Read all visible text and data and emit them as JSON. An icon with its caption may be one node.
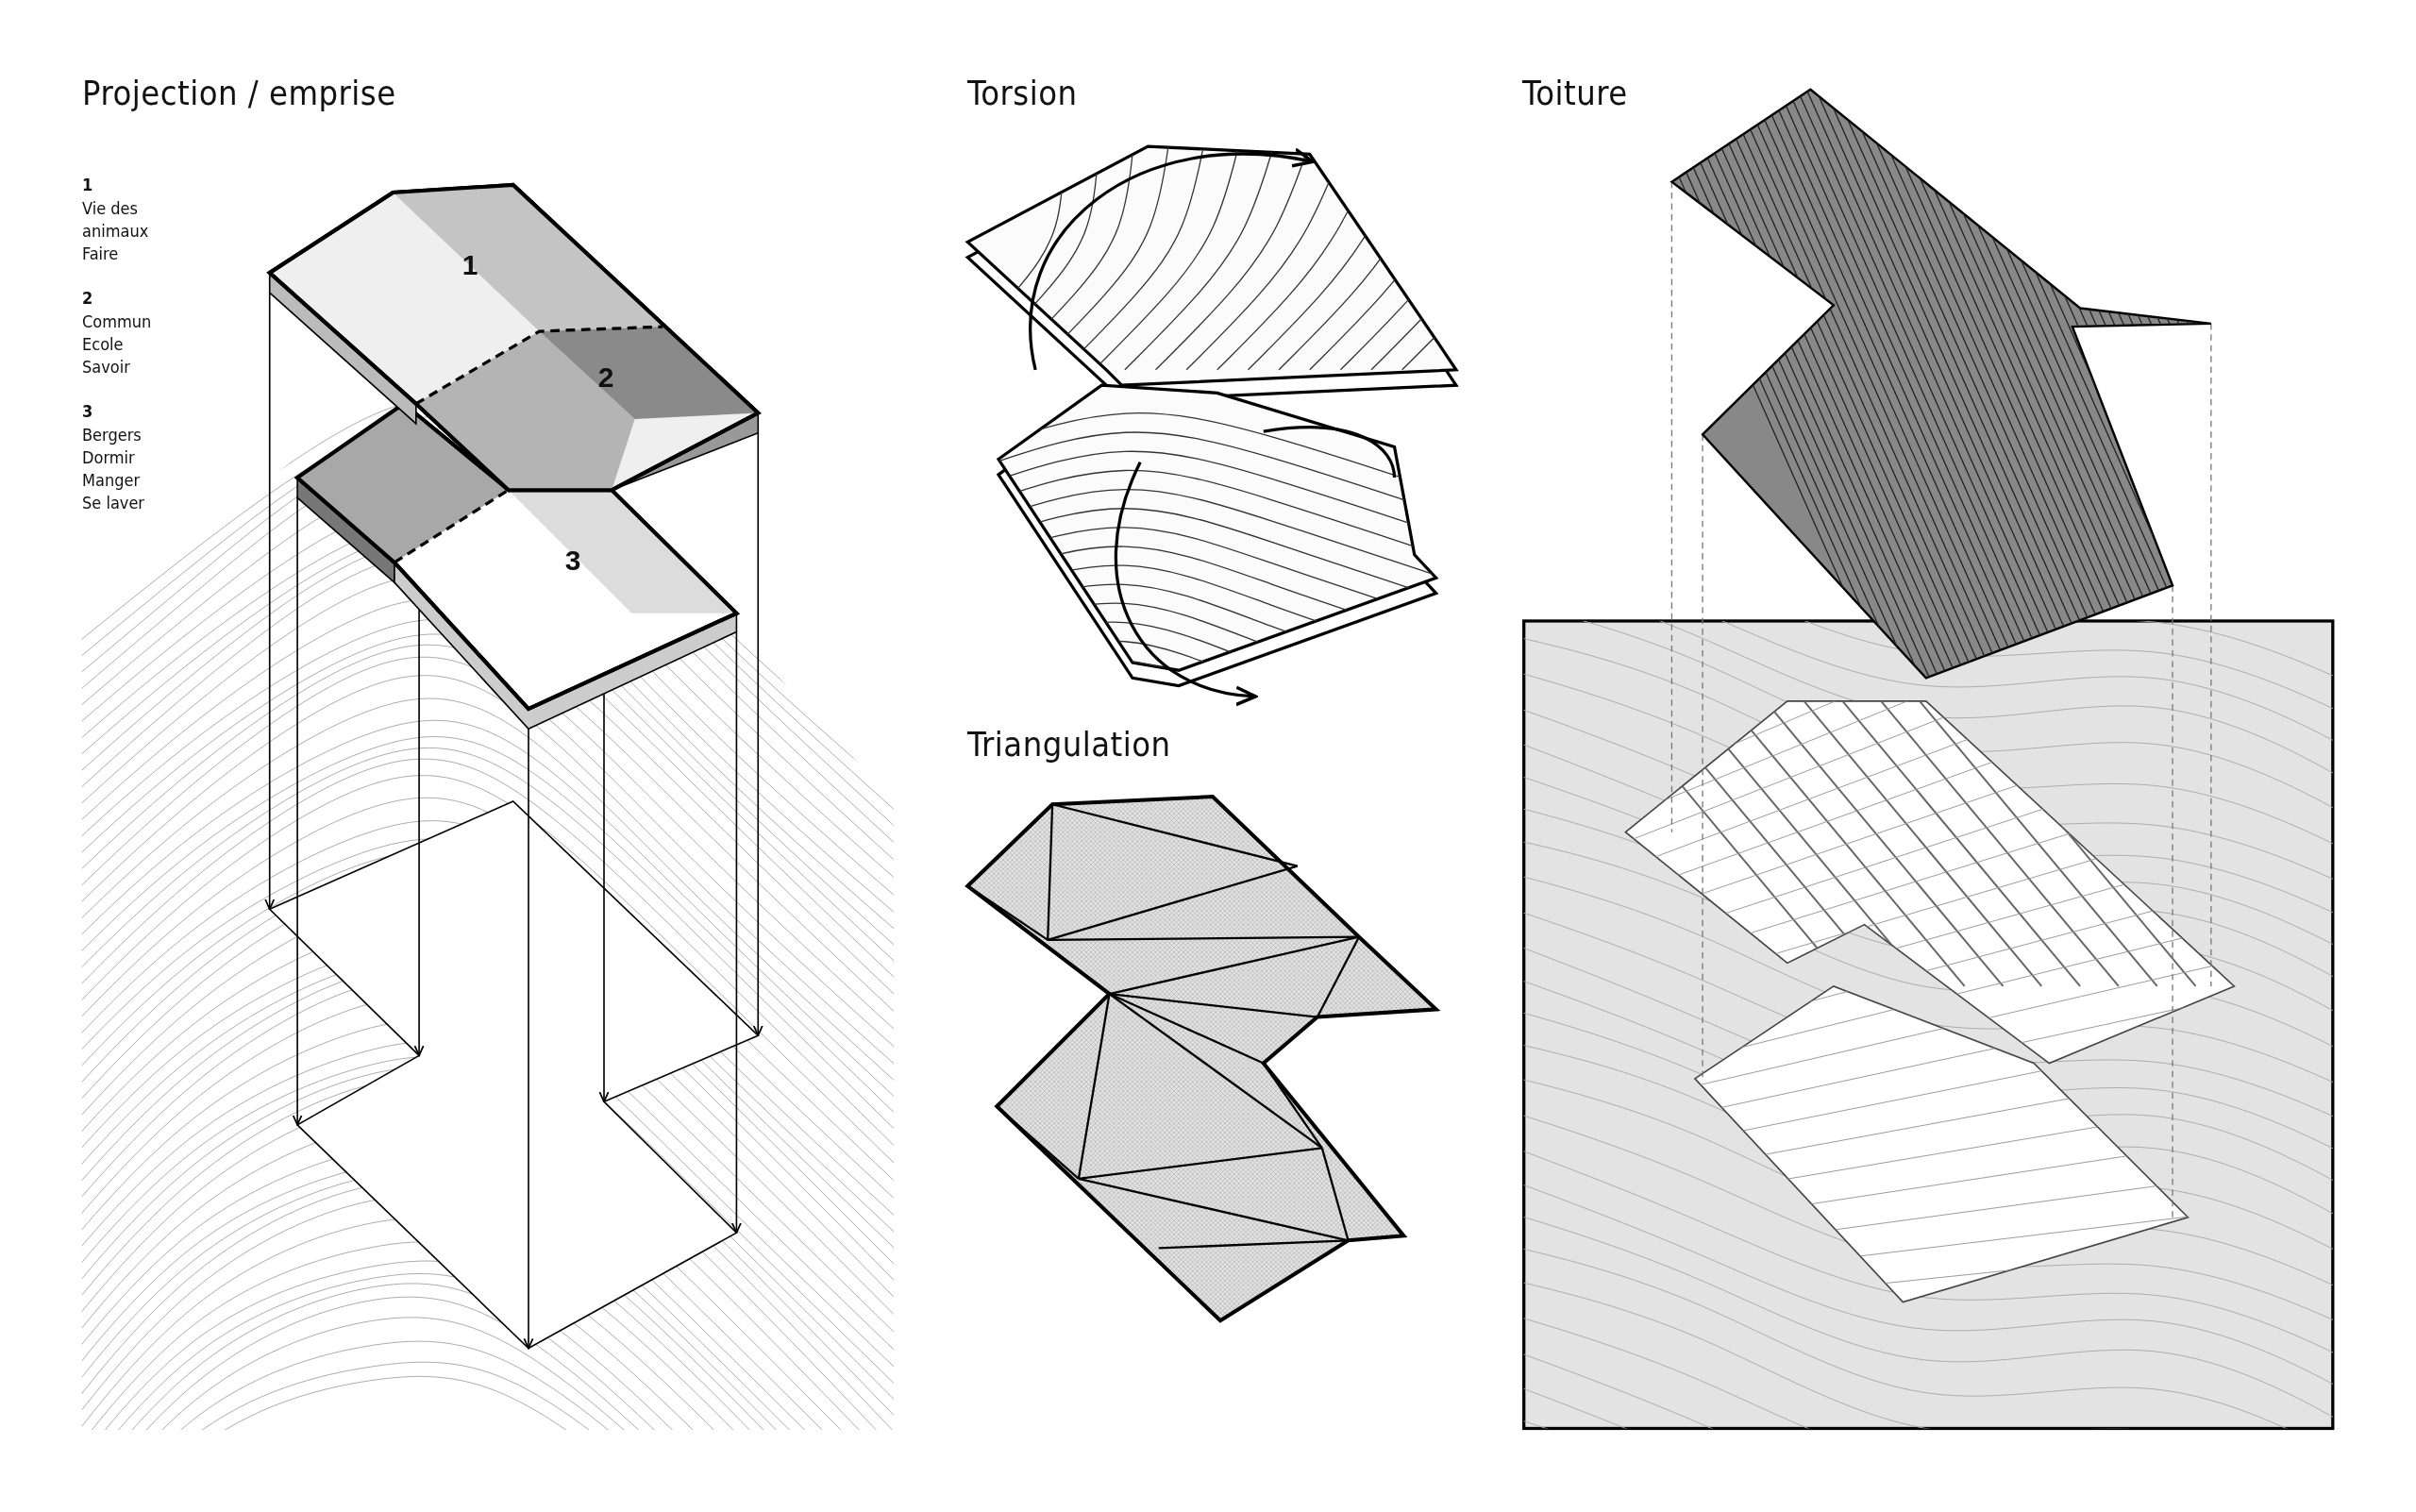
{
  "diagram": {
    "labels": [
      "Projection / emprise",
      "1",
      "Vie des animaux",
      "Faire",
      "2",
      "Commun",
      "Ecole",
      "Savoir",
      "3",
      "Bergers",
      "Dormir",
      "Manger",
      "Se laver",
      "1",
      "2",
      "3",
      "Torsion",
      "Triangulation",
      "Toiture"
    ]
  }
}
